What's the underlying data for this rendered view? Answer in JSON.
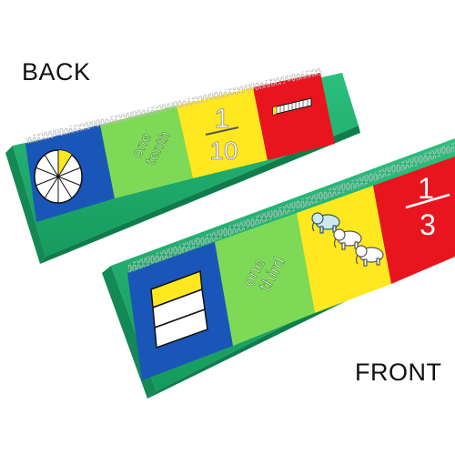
{
  "labels": {
    "back": "BACK",
    "front": "FRONT"
  },
  "back_stand": {
    "cards": [
      {
        "type": "circle-fraction",
        "color": "#1a56b8",
        "shaded_segments": 1,
        "total_segments": 10
      },
      {
        "type": "words",
        "color": "#7ed957",
        "text_lines": [
          "one",
          "tenth"
        ]
      },
      {
        "type": "numeral",
        "color": "#ffe81f",
        "numerator": "1",
        "denominator": "10"
      },
      {
        "type": "bar-fraction",
        "color": "#e8151f",
        "shaded_segments": 1,
        "total_segments": 10
      }
    ]
  },
  "front_stand": {
    "cards": [
      {
        "type": "bar-stack",
        "color": "#1a56b8",
        "shaded_rows": 1,
        "total_rows": 3
      },
      {
        "type": "words",
        "color": "#7ed957",
        "text_lines": [
          "one",
          "third"
        ]
      },
      {
        "type": "pictures",
        "color": "#ffe81f",
        "icon": "elephant-icon",
        "count": 3
      },
      {
        "type": "numeral",
        "color": "#e8151f",
        "numerator": "1",
        "denominator": "3"
      }
    ]
  },
  "colors": {
    "stand": "#1fae6e",
    "stand_dark": "#138a55",
    "spiral": "#c9c9c9"
  }
}
